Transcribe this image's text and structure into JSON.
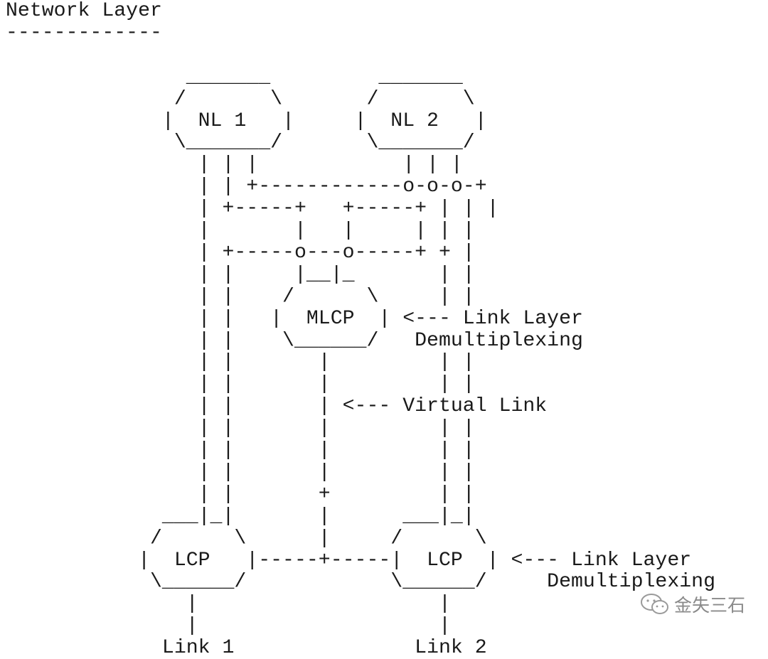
{
  "diagram": {
    "title": "Network Layer",
    "title_underline": "-------------",
    "lines": [
      "Network Layer",
      "-------------",
      "",
      "               _______         _______",
      "              /       \\       /       \\",
      "             |  NL 1   |     |  NL 2   |",
      "              \\_______/       \\_______/",
      "                | | |            | | |",
      "                | | +------------o-o-o-+",
      "                | +-----+   +-----+ | | |",
      "                |       |   |     | | |",
      "                | +-----o---o-----+ + |",
      "                | |     |__|_       | |",
      "                | |    /      \\     | |",
      "                | |   |  MLCP  | <--- Link Layer",
      "                | |    \\______/   Demultiplexing",
      "                | |       |         | |",
      "                | |       |         | |",
      "                | |       | <--- Virtual Link",
      "                | |       |         | |",
      "                | |       |         | |",
      "                | |       |         | |",
      "                | |       +         | |",
      "             ___|_|       |      ___|_|",
      "            /      \\      |     /      \\",
      "           |  LCP   |-----+-----|  LCP  | <--- Link Layer",
      "            \\______/            \\______/     Demultiplexing",
      "               |                    |",
      "               |                    |",
      "             Link 1               Link 2"
    ]
  },
  "watermark": {
    "icon": "wechat-icon",
    "text": "金失三石"
  }
}
